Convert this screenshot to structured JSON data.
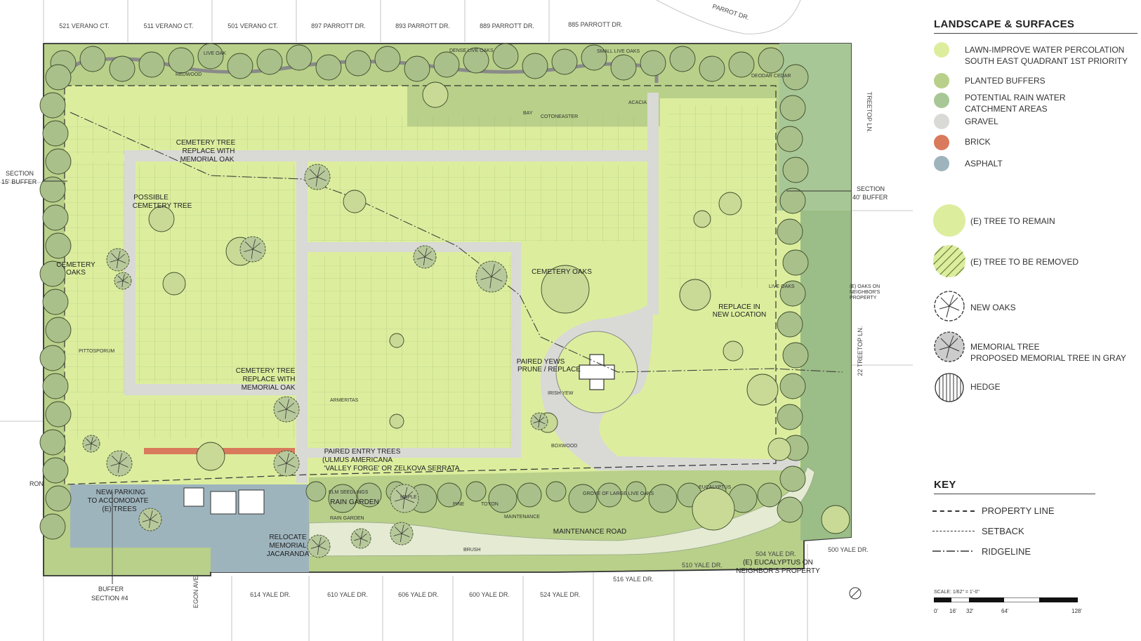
{
  "colors": {
    "lawn": "#dcee9e",
    "planted_buffer": "#b8d089",
    "rain_catchment": "#a8c796",
    "gravel": "#d9d9d6",
    "brick": "#d97a5c",
    "asphalt": "#9eb4bd",
    "line": "#555555"
  },
  "legend": {
    "surfaces_heading": "LANDSCAPE & SURFACES",
    "surfaces": [
      {
        "line1": "LAWN-IMPROVE WATER PERCOLATION",
        "line2": "SOUTH EAST QUADRANT 1ST PRIORITY"
      },
      {
        "line1": "PLANTED BUFFERS",
        "line2": ""
      },
      {
        "line1": "POTENTIAL RAIN WATER",
        "line2": "CATCHMENT AREAS"
      },
      {
        "line1": "GRAVEL",
        "line2": ""
      },
      {
        "line1": "BRICK",
        "line2": ""
      },
      {
        "line1": "ASPHALT",
        "line2": ""
      }
    ],
    "trees": [
      {
        "line1": "(E) TREE TO REMAIN",
        "line2": "",
        "icon": "circle-icon"
      },
      {
        "line1": "(E) TREE TO BE REMOVED",
        "line2": "",
        "icon": "hatched-circle-icon"
      },
      {
        "line1": "NEW OAKS",
        "line2": "",
        "icon": "oak-tree-icon"
      },
      {
        "line1": "MEMORIAL TREE",
        "line2": "PROPOSED MEMORIAL TREE IN GRAY",
        "icon": "memorial-tree-icon"
      },
      {
        "line1": "HEDGE",
        "line2": "",
        "icon": "hedge-icon"
      }
    ],
    "key_heading": "KEY",
    "key": [
      "PROPERTY LINE",
      "SETBACK",
      "RIDGELINE"
    ],
    "scale_label": "SCALE: 1/62\" = 1'-0\"",
    "scale_ticks": [
      "0'",
      "16'",
      "32'",
      "64'",
      "128'"
    ]
  },
  "plan": {
    "top_addresses": [
      "521 VERANO CT.",
      "511 VERANO CT.",
      "501 VERANO CT.",
      "897 PARROTT DR.",
      "893 PARROTT DR.",
      "889 PARROTT DR.",
      "885 PARROTT DR."
    ],
    "street_top": "PARROT DR.",
    "street_right_top": "TREETOP LN.",
    "street_right_mid": "22 TREETOP LN.",
    "bottom_addresses": [
      "614 YALE DR.",
      "610 YALE DR.",
      "606 YALE DR.",
      "600 YALE DR.",
      "524 YALE DR."
    ],
    "right_bottom_addresses": [
      "516 YALE DR.",
      "510 YALE DR.",
      "504 YALE DR.",
      "500 YALE DR."
    ],
    "street_left": "EGON AVE.",
    "edge_left": "RON",
    "section_left": [
      "SECTION",
      "15' BUFFER"
    ],
    "section_right": [
      "SECTION",
      "40' BUFFER"
    ],
    "buffer_section": [
      "BUFFER",
      "SECTION #4"
    ],
    "labels": {
      "cemetery_tree_top": [
        "CEMETERY TREE",
        "REPLACE WITH",
        "MEMORIAL OAK"
      ],
      "possible_tree": [
        "POSSIBLE",
        "CEMETERY TREE"
      ],
      "cemetery_oaks_left": [
        "CEMETERY",
        "OAKS"
      ],
      "cemetery_oaks_center": "CEMETERY OAKS",
      "replace_location": [
        "REPLACE IN",
        "NEW LOCATION"
      ],
      "paired_yews": [
        "PAIRED YEWS",
        "PRUNE / REPLACE"
      ],
      "cemetery_tree_bottom": [
        "CEMETERY TREE",
        "REPLACE WITH",
        "MEMORIAL OAK"
      ],
      "entry_trees": [
        "PAIRED ENTRY TREES",
        "(ULMUS AMERICANA",
        "'VALLEY FORGE' OR ZELKOVA SERRATA"
      ],
      "new_parking": [
        "NEW PARKING",
        "TO ACCOMODATE",
        "(E) TREES"
      ],
      "relocate_jacaranda": [
        "RELOCATE",
        "MEMORIAL",
        "JACARANDA"
      ],
      "rain_garden": "RAIN GARDEN",
      "maintenance_road": "MAINTENANCE ROAD",
      "eucalyptus": [
        "(E) EUCALYPTUS ON",
        "NEIGHBOR'S PROPERTY"
      ],
      "oaks_neighbor": [
        "(E) OAKS ON",
        "NEIGHBOR'S",
        "PROPERTY"
      ],
      "small_labels": [
        "LIVE OAK",
        "REDWOOD",
        "SMALL LIVE OAKS",
        "DENSE LIVE OAKS",
        "COTONEASTER",
        "BAY",
        "ACACIA",
        "MAINTENANCE",
        "RAIN GARDEN",
        "GROVE OF LARGE LIVE OAKS",
        "EUCALYPTUS",
        "ARMERITAS",
        "BOXWOOD",
        "IRISH YEW",
        "PITTOSPORUM",
        "LIVE OAKS",
        "PINE",
        "TOYON",
        "ELM SEEDLINGS",
        "BRUSH",
        "DEODAR CEDAR",
        "MAPLE"
      ]
    }
  }
}
